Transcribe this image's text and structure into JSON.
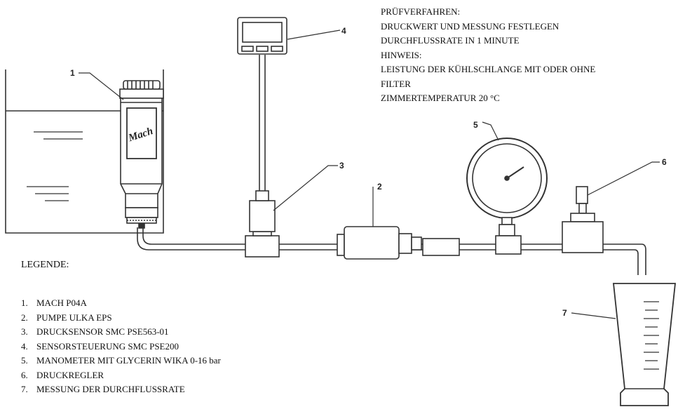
{
  "procedure": {
    "lines": [
      "PRÜFVERFAHREN:",
      "DRUCKWERT UND MESSUNG FESTLEGEN",
      "DURCHFLUSSRATE IN 1 MINUTE",
      "HINWEIS:",
      "LEISTUNG DER KÜHLSCHLANGE MIT ODER OHNE",
      "FILTER",
      "ZIMMERTEMPERATUR 20 °C"
    ]
  },
  "legend": {
    "heading": "LEGENDE:",
    "items": [
      {
        "number": "1.",
        "text": "MACH P04A"
      },
      {
        "number": "2.",
        "text": "PUMPE ULKA EPS"
      },
      {
        "number": "3.",
        "text": "DRUCKSENSOR SMC PSE563-01"
      },
      {
        "number": "4.",
        "text": "SENSORSTEUERUNG SMC PSE200"
      },
      {
        "number": "5.",
        "text": "MANOMETER MIT GLYCERIN WIKA 0-16 bar"
      },
      {
        "number": "6.",
        "text": "DRUCKREGLER"
      },
      {
        "number": "7.",
        "text": "MESSUNG DER DURCHFLUSSRATE"
      }
    ]
  },
  "callouts": {
    "c1": "1",
    "c2": "2",
    "c3": "3",
    "c4": "4",
    "c5": "5",
    "c6": "6",
    "c7": "7"
  },
  "logo": {
    "text": "Mach"
  }
}
